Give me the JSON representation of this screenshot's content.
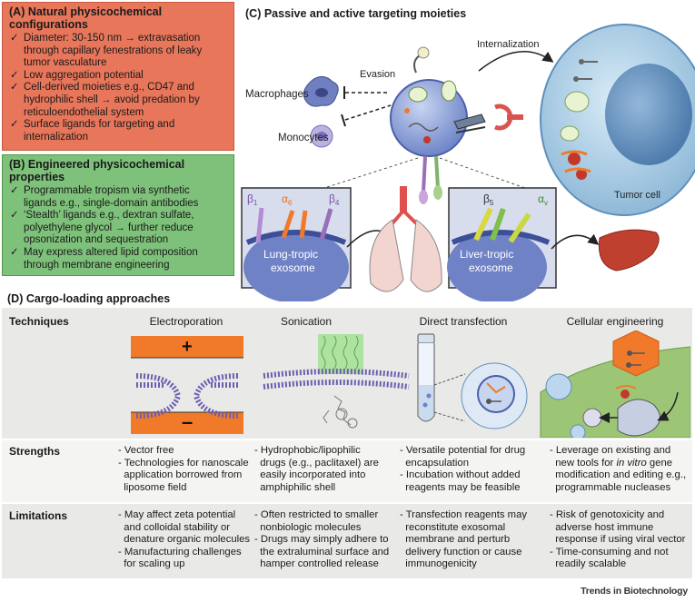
{
  "panel_a": {
    "title": "(A) Natural physicochemical configurations",
    "items": [
      {
        "lines": [
          "Diameter: 30-150 nm → extravasation",
          "through capillary fenestrations of leaky",
          "tumor vasculature"
        ]
      },
      {
        "lines": [
          "Low aggregation potential"
        ]
      },
      {
        "lines": [
          "Cell-derived moieties e.g., CD47 and",
          "hydrophilic shell → avoid predation by",
          "reticuloendothelial system"
        ]
      },
      {
        "lines": [
          "Surface ligands for targeting and",
          "internalization"
        ]
      }
    ]
  },
  "panel_b": {
    "title": "(B) Engineered physicochemical properties",
    "items": [
      {
        "lines": [
          "Programmable tropism via synthetic",
          "ligands e.g., single-domain antibodies"
        ]
      },
      {
        "lines": [
          "‘Stealth’ ligands e.g., dextran sulfate,",
          "polyethylene glycol → further reduce",
          "opsonization and sequestration"
        ]
      },
      {
        "lines": [
          "May express altered lipid composition",
          "through membrane engineering"
        ]
      }
    ]
  },
  "panel_c": {
    "title": "(C) Passive and active targeting moieties",
    "macrophages": "Macrophages",
    "monocytes": "Monocytes",
    "evasion": "Evasion",
    "internalization": "Internalization",
    "tumor_cell": "Tumor cell",
    "beta1": "β",
    "beta1_sub": "1",
    "alpha6": "α",
    "alpha6_sub": "6",
    "beta4": "β",
    "beta4_sub": "4",
    "beta5": "β",
    "beta5_sub": "5",
    "alphav": "α",
    "alphav_sub": "v",
    "lung_exosome": [
      "Lung-tropic",
      "exosome"
    ],
    "liver_exosome": [
      "Liver-tropic",
      "exosome"
    ]
  },
  "panel_d": {
    "title": "(D) Cargo-loading approaches",
    "row_labels": [
      "Techniques",
      "Strengths",
      "Limitations"
    ],
    "columns": [
      "Electroporation",
      "Sonication",
      "Direct transfection",
      "Cellular engineering"
    ],
    "electroporation_signs": [
      "+",
      "–"
    ],
    "strengths": [
      [
        "- Vector free",
        "- Technologies for nanoscale",
        "  application borrowed from",
        "  liposome field"
      ],
      [
        "- Hydrophobic/lipophilic",
        "  drugs (e.g., paclitaxel) are",
        "  easily incorporated into",
        "  amphiphilic shell"
      ],
      [
        "- Versatile potential for drug",
        "  encapsulation",
        "- Incubation without added",
        "  reagents may be feasible"
      ],
      [
        "- Leverage on existing and",
        "  new tools for |in vitro| gene",
        "  modification and editing e.g.,",
        "  programmable nucleases"
      ]
    ],
    "limitations": [
      [
        "- May affect zeta potential",
        "  and colloidal stability or",
        "  denature organic molecules",
        "- Manufacturing challenges",
        "  for scaling up"
      ],
      [
        "- Often restricted to smaller",
        "  nonbiologic molecules",
        "- Drugs may simply adhere to",
        "  the extraluminal surface and",
        "  hamper controlled release"
      ],
      [
        "- Transfection reagents may",
        "  reconstitute exosomal",
        "  membrane and perturb",
        "  delivery function or cause",
        "  immunogenicity"
      ],
      [
        "- Risk of genotoxicity and",
        "  adverse host immune",
        "  response if using viral vector",
        "- Time-consuming and not",
        "  readily scalable"
      ]
    ]
  },
  "footer": "Trends in Biotechnology",
  "colors": {
    "panel_a_bg": "#e8765a",
    "panel_b_bg": "#7ec17a",
    "table_bg": "#e9e9e7",
    "accent_orange": "#f07a2a",
    "membrane_purple": "#7a6fc0"
  }
}
